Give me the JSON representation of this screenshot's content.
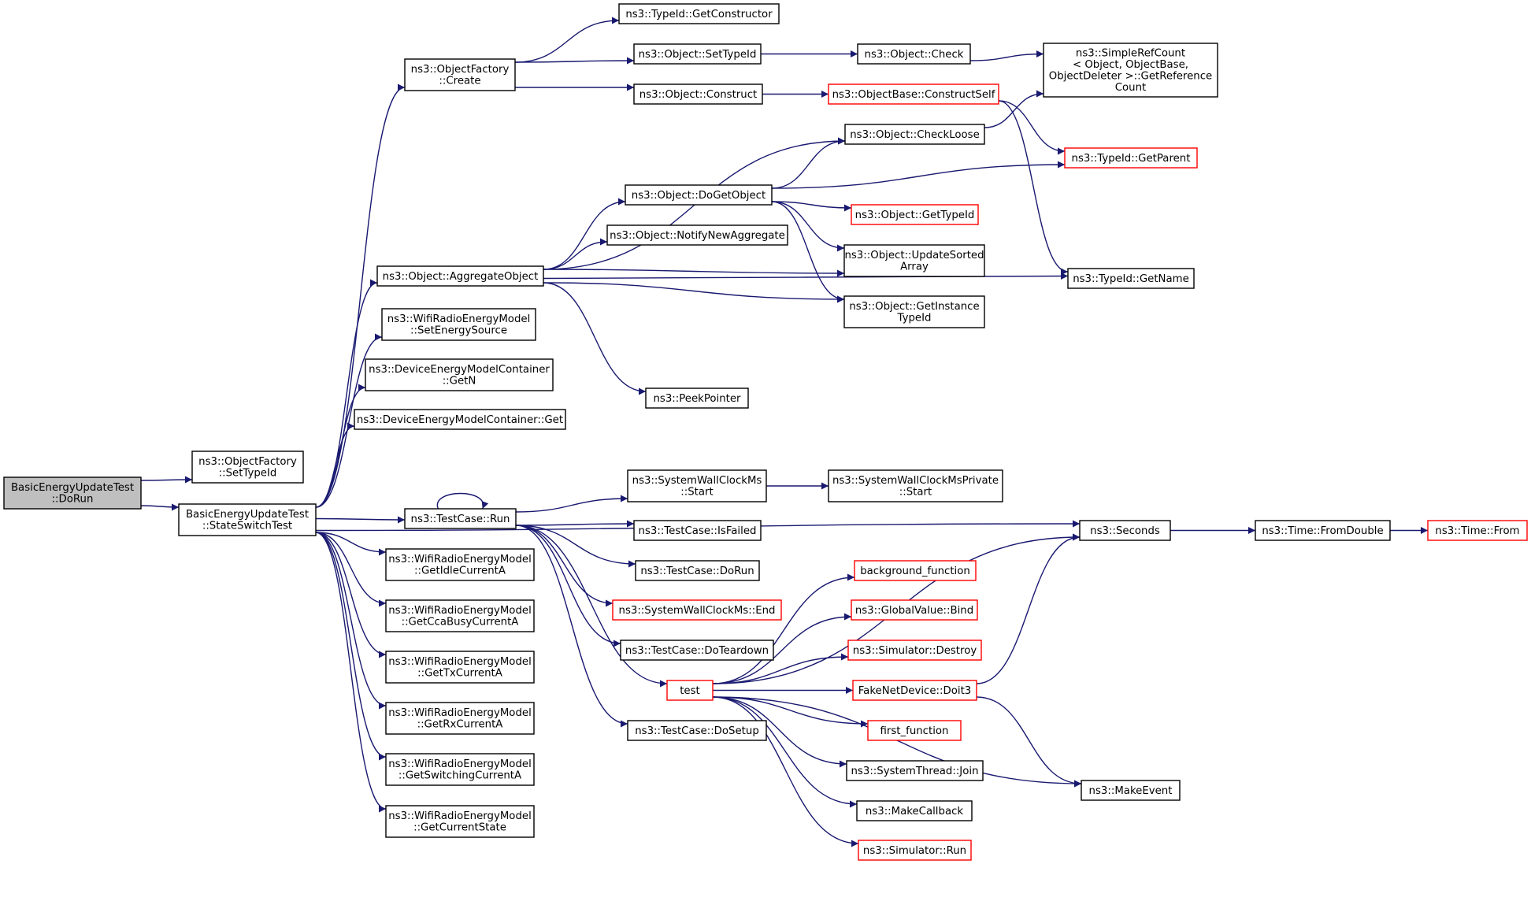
{
  "colors": {
    "edge": "#191970",
    "red_border": "#ff0000",
    "root_fill": "#bfbfbf"
  },
  "nodes": [
    {
      "id": "dorun",
      "lines": [
        "BasicEnergyUpdateTest",
        "::DoRun"
      ],
      "style": "root"
    },
    {
      "id": "of_settypeid",
      "lines": [
        "ns3::ObjectFactory",
        "::SetTypeId"
      ]
    },
    {
      "id": "stateswitch",
      "lines": [
        "BasicEnergyUpdateTest",
        "::StateSwitchTest"
      ]
    },
    {
      "id": "of_create",
      "lines": [
        "ns3::ObjectFactory",
        "::Create"
      ]
    },
    {
      "id": "agg",
      "lines": [
        "ns3::Object::AggregateObject"
      ]
    },
    {
      "id": "setenergysource",
      "lines": [
        "ns3::WifiRadioEnergyModel",
        "::SetEnergySource"
      ]
    },
    {
      "id": "demc_getn",
      "lines": [
        "ns3::DeviceEnergyModelContainer",
        "::GetN"
      ]
    },
    {
      "id": "demc_get",
      "lines": [
        "ns3::DeviceEnergyModelContainer::Get"
      ]
    },
    {
      "id": "tc_run",
      "lines": [
        "ns3::TestCase::Run"
      ]
    },
    {
      "id": "getidle",
      "lines": [
        "ns3::WifiRadioEnergyModel",
        "::GetIdleCurrentA"
      ]
    },
    {
      "id": "getcca",
      "lines": [
        "ns3::WifiRadioEnergyModel",
        "::GetCcaBusyCurrentA"
      ]
    },
    {
      "id": "gettx",
      "lines": [
        "ns3::WifiRadioEnergyModel",
        "::GetTxCurrentA"
      ]
    },
    {
      "id": "getrx",
      "lines": [
        "ns3::WifiRadioEnergyModel",
        "::GetRxCurrentA"
      ]
    },
    {
      "id": "getswitch",
      "lines": [
        "ns3::WifiRadioEnergyModel",
        "::GetSwitchingCurrentA"
      ]
    },
    {
      "id": "getstate",
      "lines": [
        "ns3::WifiRadioEnergyModel",
        "::GetCurrentState"
      ]
    },
    {
      "id": "tid_getctor",
      "lines": [
        "ns3::TypeId::GetConstructor"
      ]
    },
    {
      "id": "obj_settypeid",
      "lines": [
        "ns3::Object::SetTypeId"
      ]
    },
    {
      "id": "obj_construct",
      "lines": [
        "ns3::Object::Construct"
      ]
    },
    {
      "id": "obj_dogetobject",
      "lines": [
        "ns3::Object::DoGetObject"
      ]
    },
    {
      "id": "obj_notify",
      "lines": [
        "ns3::Object::NotifyNewAggregate"
      ]
    },
    {
      "id": "peekpointer",
      "lines": [
        "ns3::PeekPointer"
      ]
    },
    {
      "id": "swc_start",
      "lines": [
        "ns3::SystemWallClockMs",
        "::Start"
      ]
    },
    {
      "id": "tc_isfailed",
      "lines": [
        "ns3::TestCase::IsFailed"
      ]
    },
    {
      "id": "tc_dorun",
      "lines": [
        "ns3::TestCase::DoRun"
      ]
    },
    {
      "id": "swc_end",
      "lines": [
        "ns3::SystemWallClockMs::End"
      ],
      "style": "red"
    },
    {
      "id": "tc_teardown",
      "lines": [
        "ns3::TestCase::DoTeardown"
      ]
    },
    {
      "id": "test",
      "lines": [
        "test"
      ],
      "style": "red"
    },
    {
      "id": "tc_setup",
      "lines": [
        "ns3::TestCase::DoSetup"
      ]
    },
    {
      "id": "obj_check",
      "lines": [
        "ns3::Object::Check"
      ]
    },
    {
      "id": "ob_constructself",
      "lines": [
        "ns3::ObjectBase::ConstructSelf"
      ],
      "style": "red"
    },
    {
      "id": "obj_checkloose",
      "lines": [
        "ns3::Object::CheckLoose"
      ]
    },
    {
      "id": "obj_gettypeid",
      "lines": [
        "ns3::Object::GetTypeId"
      ],
      "style": "red"
    },
    {
      "id": "obj_updatesorted",
      "lines": [
        "ns3::Object::UpdateSorted",
        "Array"
      ]
    },
    {
      "id": "obj_getinstance",
      "lines": [
        "ns3::Object::GetInstance",
        "TypeId"
      ]
    },
    {
      "id": "swcp_start",
      "lines": [
        "ns3::SystemWallClockMsPrivate",
        "::Start"
      ]
    },
    {
      "id": "bg_function",
      "lines": [
        "background_function"
      ],
      "style": "red"
    },
    {
      "id": "gv_bind",
      "lines": [
        "ns3::GlobalValue::Bind"
      ],
      "style": "red"
    },
    {
      "id": "sim_destroy",
      "lines": [
        "ns3::Simulator::Destroy"
      ],
      "style": "red"
    },
    {
      "id": "fake_doit3",
      "lines": [
        "FakeNetDevice::Doit3"
      ],
      "style": "red"
    },
    {
      "id": "first_function",
      "lines": [
        "first_function"
      ],
      "style": "red"
    },
    {
      "id": "st_join",
      "lines": [
        "ns3::SystemThread::Join"
      ]
    },
    {
      "id": "makecallback",
      "lines": [
        "ns3::MakeCallback"
      ]
    },
    {
      "id": "sim_run",
      "lines": [
        "ns3::Simulator::Run"
      ],
      "style": "red"
    },
    {
      "id": "src_getref",
      "lines": [
        "ns3::SimpleRefCount",
        "< Object, ObjectBase,",
        "ObjectDeleter >::GetReference",
        "Count"
      ]
    },
    {
      "id": "tid_getparent",
      "lines": [
        "ns3::TypeId::GetParent"
      ],
      "style": "red"
    },
    {
      "id": "tid_getname",
      "lines": [
        "ns3::TypeId::GetName"
      ]
    },
    {
      "id": "seconds",
      "lines": [
        "ns3::Seconds"
      ]
    },
    {
      "id": "makeevent",
      "lines": [
        "ns3::MakeEvent"
      ]
    },
    {
      "id": "time_fromdouble",
      "lines": [
        "ns3::Time::FromDouble"
      ]
    },
    {
      "id": "time_from",
      "lines": [
        "ns3::Time::From"
      ],
      "style": "red"
    }
  ],
  "edges": [
    [
      "dorun",
      "of_settypeid"
    ],
    [
      "dorun",
      "stateswitch"
    ],
    [
      "stateswitch",
      "of_create"
    ],
    [
      "stateswitch",
      "agg"
    ],
    [
      "stateswitch",
      "setenergysource"
    ],
    [
      "stateswitch",
      "demc_getn"
    ],
    [
      "stateswitch",
      "demc_get"
    ],
    [
      "stateswitch",
      "tc_run"
    ],
    [
      "stateswitch",
      "seconds"
    ],
    [
      "stateswitch",
      "getidle"
    ],
    [
      "stateswitch",
      "getcca"
    ],
    [
      "stateswitch",
      "gettx"
    ],
    [
      "stateswitch",
      "getrx"
    ],
    [
      "stateswitch",
      "getswitch"
    ],
    [
      "stateswitch",
      "getstate"
    ],
    [
      "of_create",
      "tid_getctor"
    ],
    [
      "of_create",
      "obj_settypeid"
    ],
    [
      "of_create",
      "obj_construct"
    ],
    [
      "obj_settypeid",
      "obj_check"
    ],
    [
      "obj_construct",
      "ob_constructself"
    ],
    [
      "obj_check",
      "src_getref"
    ],
    [
      "obj_checkloose",
      "src_getref"
    ],
    [
      "ob_constructself",
      "tid_getparent"
    ],
    [
      "ob_constructself",
      "tid_getname"
    ],
    [
      "agg",
      "obj_checkloose"
    ],
    [
      "agg",
      "obj_dogetobject"
    ],
    [
      "agg",
      "obj_notify"
    ],
    [
      "agg",
      "obj_updatesorted"
    ],
    [
      "agg",
      "obj_getinstance"
    ],
    [
      "agg",
      "tid_getname"
    ],
    [
      "agg",
      "peekpointer"
    ],
    [
      "obj_dogetobject",
      "obj_checkloose"
    ],
    [
      "obj_dogetobject",
      "tid_getparent"
    ],
    [
      "obj_dogetobject",
      "obj_gettypeid"
    ],
    [
      "obj_dogetobject",
      "obj_updatesorted"
    ],
    [
      "obj_dogetobject",
      "obj_getinstance"
    ],
    [
      "tc_run",
      "tc_run"
    ],
    [
      "tc_run",
      "swc_start"
    ],
    [
      "tc_run",
      "tc_isfailed"
    ],
    [
      "tc_run",
      "tc_dorun"
    ],
    [
      "tc_run",
      "swc_end"
    ],
    [
      "tc_run",
      "tc_teardown"
    ],
    [
      "tc_run",
      "test"
    ],
    [
      "tc_run",
      "tc_setup"
    ],
    [
      "swc_start",
      "swcp_start"
    ],
    [
      "test",
      "seconds"
    ],
    [
      "test",
      "bg_function"
    ],
    [
      "test",
      "gv_bind"
    ],
    [
      "test",
      "sim_destroy"
    ],
    [
      "test",
      "fake_doit3"
    ],
    [
      "test",
      "first_function"
    ],
    [
      "test",
      "st_join"
    ],
    [
      "test",
      "makecallback"
    ],
    [
      "test",
      "sim_run"
    ],
    [
      "test",
      "makeevent"
    ],
    [
      "fake_doit3",
      "seconds"
    ],
    [
      "fake_doit3",
      "makeevent"
    ],
    [
      "seconds",
      "time_fromdouble"
    ],
    [
      "time_fromdouble",
      "time_from"
    ]
  ]
}
